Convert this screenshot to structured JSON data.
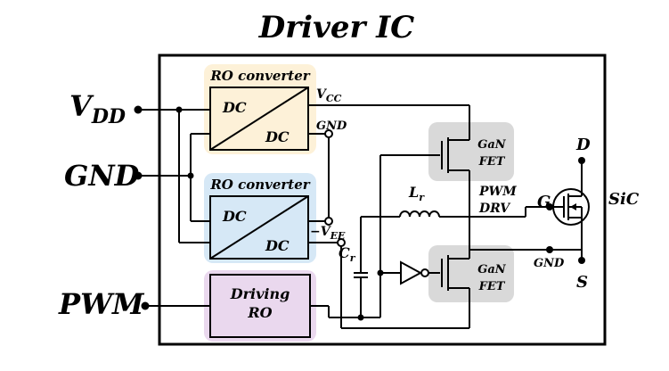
{
  "title": "Driver IC",
  "ports": {
    "vdd": {
      "main": "V",
      "sub": "DD"
    },
    "gnd": "GND",
    "pwm": "PWM"
  },
  "blocks": {
    "ro_converter_top": {
      "title": "RO converter",
      "in": "DC",
      "out": "DC"
    },
    "ro_converter_bottom": {
      "title": "RO converter",
      "in": "DC",
      "out": "DC"
    },
    "driving_ro": {
      "line1": "Driving",
      "line2": "RO"
    }
  },
  "rails": {
    "vcc": {
      "main": "V",
      "sub": "CC"
    },
    "gnd_internal": "GND",
    "vee": {
      "main": "−V",
      "sub": "EE"
    }
  },
  "components": {
    "lr": {
      "main": "L",
      "sub": "r"
    },
    "cr": {
      "main": "C",
      "sub": "r"
    },
    "gan_top": {
      "line1": "GaN",
      "line2": "FET"
    },
    "gan_bottom": {
      "line1": "GaN",
      "line2": "FET"
    },
    "pwm_drv": {
      "line1": "PWM",
      "line2": "DRV"
    }
  },
  "sic": {
    "label": "SiC",
    "gate": "G",
    "drain": "D",
    "source": "S",
    "gnd": "GND"
  },
  "colors": {
    "ro_top_fill": "#fdf1d8",
    "ro_bottom_fill": "#d6e8f6",
    "driving_ro_fill": "#ead8ee",
    "gan_fill": "#d9d9d9",
    "line": "#000000"
  }
}
